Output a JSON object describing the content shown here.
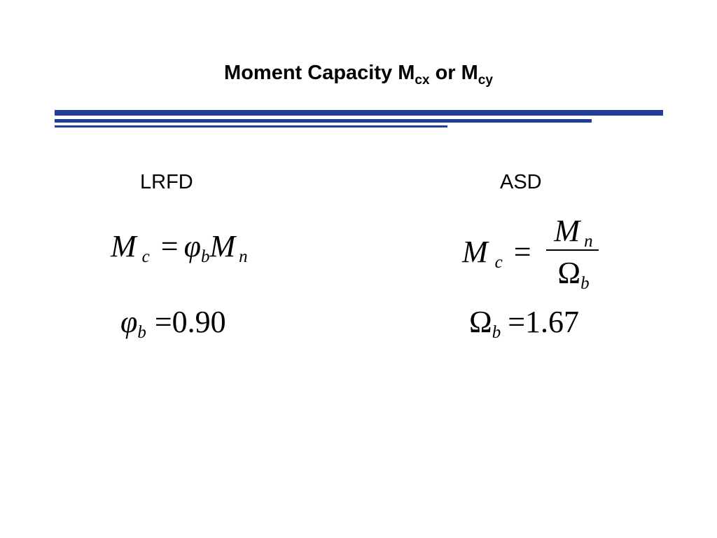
{
  "slide": {
    "title": {
      "text_1": "Moment Capacity M",
      "sub_1": "cx",
      "text_2": " or M",
      "sub_2": "cy"
    },
    "columns": {
      "left_heading": "LRFD",
      "right_heading": "ASD"
    },
    "lrfd": {
      "eq1": {
        "M": "M",
        "c": "c",
        "eq": "=",
        "phi": "φ",
        "b": "b",
        "M2": "M",
        "n": "n"
      },
      "eq2": {
        "phi": "φ",
        "b": "b",
        "eq": "=",
        "value": "0.90"
      }
    },
    "asd": {
      "eq1": {
        "M": "M",
        "c": "c",
        "eq": "=",
        "num_M": "M",
        "num_n": "n",
        "den_omega": "Ω",
        "den_b": "b"
      },
      "eq2": {
        "omega": "Ω",
        "b": "b",
        "eq": "=",
        "value": "1.67"
      }
    }
  },
  "colors": {
    "accent_bar": "#1f3f9a",
    "background": "#ffffff",
    "text": "#000000"
  }
}
